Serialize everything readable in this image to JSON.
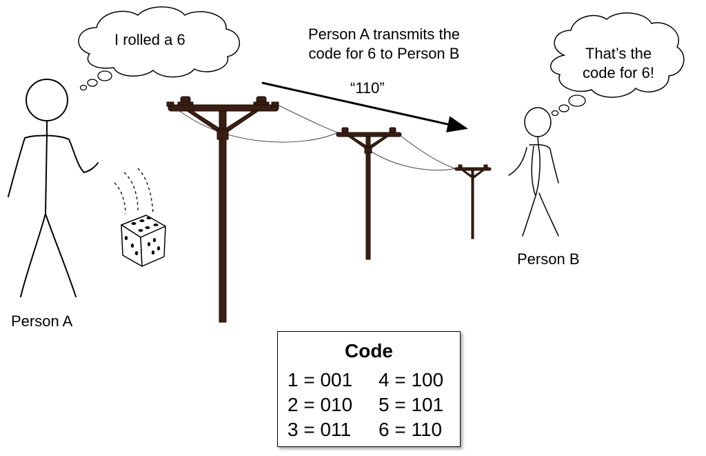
{
  "thought_a": "I rolled a 6",
  "thought_b": [
    "That’s the",
    "code for 6!"
  ],
  "caption": [
    "Person A transmits the",
    "code for 6 to Person B"
  ],
  "signal": "“110”",
  "person_a_label": "Person A",
  "person_b_label": "Person B",
  "code_table": {
    "title": "Code",
    "rows": [
      [
        "1 = 001",
        "4 = 100"
      ],
      [
        "2 = 010",
        "5 = 101"
      ],
      [
        "3 = 011",
        "6 = 110"
      ]
    ]
  },
  "colors": {
    "pole": "#3b1e12",
    "ink": "#000000"
  },
  "icons": [
    "stick-figure",
    "thought-bubble",
    "die",
    "telephone-pole",
    "arrow"
  ]
}
